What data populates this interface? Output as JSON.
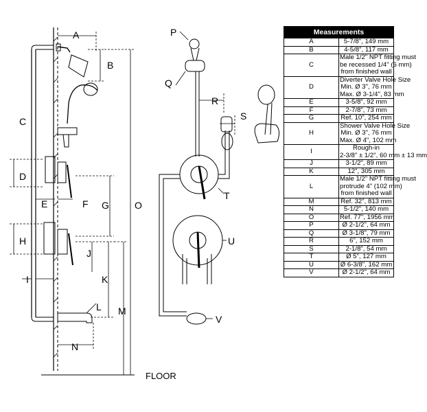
{
  "diagram": {
    "side_letters": [
      "A",
      "B",
      "C",
      "D",
      "E",
      "F",
      "G",
      "O",
      "H",
      "J",
      "K",
      "I",
      "L",
      "M",
      "N"
    ],
    "front_letters": [
      "P",
      "Q",
      "R",
      "S",
      "T",
      "U",
      "V"
    ],
    "floor_label": "FLOOR"
  },
  "table": {
    "title": "Measurements",
    "rows": [
      {
        "key": "A",
        "lines": [
          "5-7/8\", 149 mm"
        ]
      },
      {
        "key": "B",
        "lines": [
          "4-5/8\", 117 mm"
        ]
      },
      {
        "key": "C",
        "lines": [
          "Male 1/2\" NPT fitting must",
          "be recessed 1/4\" (6 mm)",
          "from finished wall"
        ]
      },
      {
        "key": "D",
        "lines": [
          "Diverter Valve Hole Size",
          "Min. Ø 3\", 76 mm",
          "Max. Ø 3-1/4\", 83 mm"
        ]
      },
      {
        "key": "E",
        "lines": [
          "3-5/8\", 92 mm"
        ]
      },
      {
        "key": "F",
        "lines": [
          "2-7/8\", 73 mm"
        ]
      },
      {
        "key": "G",
        "lines": [
          "Ref. 10\", 254 mm"
        ]
      },
      {
        "key": "H",
        "lines": [
          "Shower Valve Hole Size",
          "Min. Ø 3\", 76 mm",
          "Max. Ø 4\", 102 mm"
        ]
      },
      {
        "key": "I",
        "lines": [
          "Rough-in",
          "2-3/8\" ± 1/2\", 60 mm ± 13 mm"
        ]
      },
      {
        "key": "J",
        "lines": [
          "3-1/2\", 89 mm"
        ]
      },
      {
        "key": "K",
        "lines": [
          "12\", 305 mm"
        ]
      },
      {
        "key": "L",
        "lines": [
          "Male 1/2\" NPT fitting must",
          "protrude 4\" (102 mm)",
          "from finished wall"
        ]
      },
      {
        "key": "M",
        "lines": [
          "Ref. 32\", 813 mm"
        ]
      },
      {
        "key": "N",
        "lines": [
          "5-1/2\", 140 mm"
        ]
      },
      {
        "key": "O",
        "lines": [
          "Ref. 77\", 1956 mm"
        ]
      },
      {
        "key": "P",
        "lines": [
          "Ø 2-1/2\", 64 mm"
        ]
      },
      {
        "key": "Q",
        "lines": [
          "Ø 3-1/8\", 79 mm"
        ]
      },
      {
        "key": "R",
        "lines": [
          "6\", 152 mm"
        ]
      },
      {
        "key": "S",
        "lines": [
          "2-1/8\", 54 mm"
        ]
      },
      {
        "key": "T",
        "lines": [
          "Ø 5\", 127 mm"
        ]
      },
      {
        "key": "U",
        "lines": [
          "Ø 6-3/8\", 162 mm"
        ]
      },
      {
        "key": "V",
        "lines": [
          "Ø 2-1/2\", 64 mm"
        ]
      }
    ]
  }
}
